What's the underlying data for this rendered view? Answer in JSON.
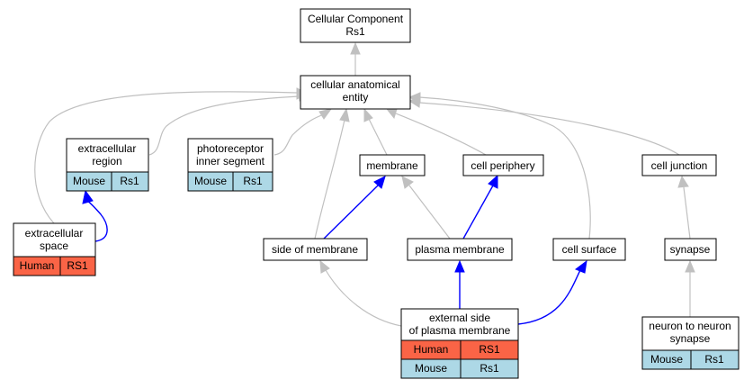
{
  "colors": {
    "human": "#fa6446",
    "mouse": "#add8e6",
    "grey_edge": "#c0c0c0",
    "blue_edge": "#0000ff"
  },
  "nodes": {
    "cellular_component": {
      "lines": [
        "Cellular Component",
        "Rs1"
      ]
    },
    "cellular_anatomical_entity": {
      "lines": [
        "cellular anatomical",
        "entity"
      ]
    },
    "extracellular_region": {
      "lines": [
        "extracellular",
        "region"
      ],
      "annotations": [
        {
          "species": "Mouse",
          "gene": "Rs1"
        }
      ]
    },
    "photoreceptor_inner_segment": {
      "lines": [
        "photoreceptor",
        "inner segment"
      ],
      "annotations": [
        {
          "species": "Mouse",
          "gene": "Rs1"
        }
      ]
    },
    "membrane": {
      "lines": [
        "membrane"
      ]
    },
    "cell_periphery": {
      "lines": [
        "cell periphery"
      ]
    },
    "cell_junction": {
      "lines": [
        "cell junction"
      ]
    },
    "extracellular_space": {
      "lines": [
        "extracellular",
        "space"
      ],
      "annotations": [
        {
          "species": "Human",
          "gene": "RS1"
        }
      ]
    },
    "side_of_membrane": {
      "lines": [
        "side of membrane"
      ]
    },
    "plasma_membrane": {
      "lines": [
        "plasma membrane"
      ]
    },
    "cell_surface": {
      "lines": [
        "cell surface"
      ]
    },
    "synapse": {
      "lines": [
        "synapse"
      ]
    },
    "external_side_of_plasma_membrane": {
      "lines": [
        "external side",
        "of plasma membrane"
      ],
      "annotations": [
        {
          "species": "Human",
          "gene": "RS1"
        },
        {
          "species": "Mouse",
          "gene": "Rs1"
        }
      ]
    },
    "neuron_to_neuron_synapse": {
      "lines": [
        "neuron to neuron",
        "synapse"
      ],
      "annotations": [
        {
          "species": "Mouse",
          "gene": "Rs1"
        }
      ]
    }
  },
  "edges": [
    {
      "from": "cellular_anatomical_entity",
      "to": "cellular_component",
      "kind": "is_a"
    },
    {
      "from": "extracellular_region",
      "to": "cellular_anatomical_entity",
      "kind": "is_a"
    },
    {
      "from": "extracellular_space",
      "to": "cellular_anatomical_entity",
      "kind": "is_a"
    },
    {
      "from": "photoreceptor_inner_segment",
      "to": "cellular_anatomical_entity",
      "kind": "is_a"
    },
    {
      "from": "side_of_membrane",
      "to": "cellular_anatomical_entity",
      "kind": "is_a"
    },
    {
      "from": "membrane",
      "to": "cellular_anatomical_entity",
      "kind": "is_a"
    },
    {
      "from": "cell_periphery",
      "to": "cellular_anatomical_entity",
      "kind": "is_a"
    },
    {
      "from": "cell_surface",
      "to": "cellular_anatomical_entity",
      "kind": "is_a"
    },
    {
      "from": "cell_junction",
      "to": "cellular_anatomical_entity",
      "kind": "is_a"
    },
    {
      "from": "extracellular_space",
      "to": "extracellular_region",
      "kind": "part_of"
    },
    {
      "from": "side_of_membrane",
      "to": "membrane",
      "kind": "part_of"
    },
    {
      "from": "plasma_membrane",
      "to": "membrane",
      "kind": "is_a"
    },
    {
      "from": "plasma_membrane",
      "to": "cell_periphery",
      "kind": "part_of"
    },
    {
      "from": "synapse",
      "to": "cell_junction",
      "kind": "is_a"
    },
    {
      "from": "external_side_of_plasma_membrane",
      "to": "side_of_membrane",
      "kind": "is_a"
    },
    {
      "from": "external_side_of_plasma_membrane",
      "to": "plasma_membrane",
      "kind": "part_of"
    },
    {
      "from": "external_side_of_plasma_membrane",
      "to": "cell_surface",
      "kind": "part_of"
    },
    {
      "from": "neuron_to_neuron_synapse",
      "to": "synapse",
      "kind": "is_a"
    }
  ]
}
